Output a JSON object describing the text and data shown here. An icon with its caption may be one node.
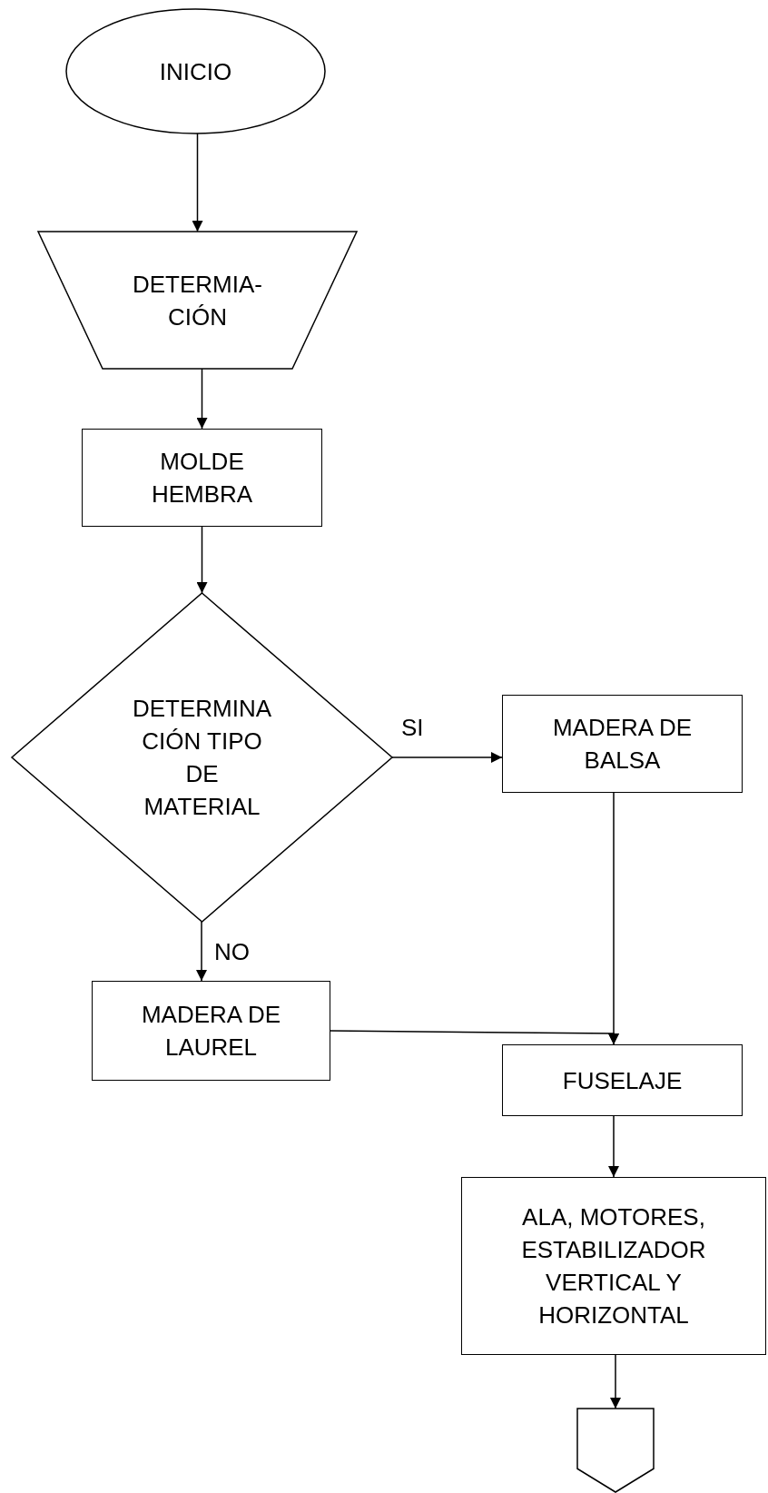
{
  "diagram": {
    "nodes": [
      {
        "text": [
          "INICIO"
        ]
      },
      {
        "text": [
          "DETERMIA- CIÓN"
        ]
      },
      {
        "text": [
          "MOLDE HEMBRA"
        ]
      },
      {
        "text": [
          "DETERMINA CIÓN TIPO DE MATERIAL"
        ]
      },
      {
        "text": [
          "MADERA DE BALSA"
        ]
      },
      {
        "text": [
          "MADERA DE LAUREL"
        ]
      },
      {
        "text": [
          "FUSELAJE"
        ]
      },
      {
        "text": [
          "ALA, MOTORES, ESTABILIZADOR VERTICAL Y HORIZONTAL"
        ]
      },
      {
        "text": [],
        "shape": "pentagon"
      }
    ],
    "edges": [
      {
        "from": 0,
        "to": 1,
        "arrow": "to"
      },
      {
        "from": 1,
        "to": 2,
        "arrow": "to"
      },
      {
        "from": 2,
        "to": 3,
        "arrow": "to"
      },
      {
        "from": 3,
        "to": 4,
        "arrow": "to",
        "label": "SI"
      },
      {
        "from": 3,
        "to": 5,
        "arrow": "to",
        "label": "NO"
      },
      {
        "from": 4,
        "to": 6,
        "arrow": "to"
      },
      {
        "from": 5,
        "to": 6,
        "arrow": "to"
      },
      {
        "from": 6,
        "to": 7,
        "arrow": "to"
      },
      {
        "from": 7,
        "to": 8,
        "arrow": "to"
      }
    ]
  }
}
